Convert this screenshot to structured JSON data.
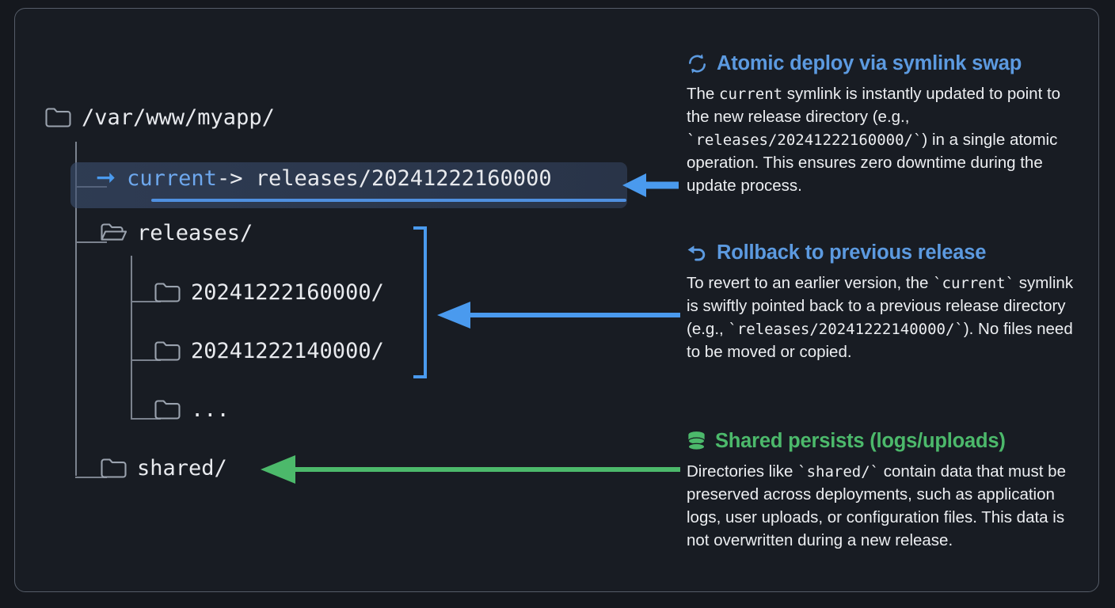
{
  "diagram": {
    "title": "Atomic deploy symlink directory layout",
    "colors": {
      "background": "#181c23",
      "border": "#555c68",
      "text": "#e8eaee",
      "tree_line": "#7b828e",
      "accent_blue": "#5c9ae0",
      "accent_green": "#4cb96b",
      "symlink_blue": "#6ea8ee",
      "highlight_band": "#3c4f70"
    }
  },
  "tree": {
    "root": {
      "icon": "folder-closed-icon",
      "label": "/var/www/myapp/"
    },
    "current": {
      "icon": "arrow-right-icon",
      "link_name": "current",
      "link_target": " -> releases/20241222160000",
      "highlighted": true
    },
    "releases": {
      "icon": "folder-open-icon",
      "label": "releases/"
    },
    "release_items": [
      {
        "icon": "folder-closed-icon",
        "label": "20241222160000/"
      },
      {
        "icon": "folder-closed-icon",
        "label": "20241222140000/"
      },
      {
        "icon": "folder-closed-icon",
        "label": "..."
      }
    ],
    "shared": {
      "icon": "folder-closed-icon",
      "label": "shared/"
    }
  },
  "annotations": [
    {
      "name": "arrow-to-current",
      "color": "#4a9aee",
      "direction": "left"
    },
    {
      "name": "bracket-releases",
      "color": "#4a9aee"
    },
    {
      "name": "arrow-to-releases",
      "color": "#4a9aee",
      "direction": "left"
    },
    {
      "name": "arrow-to-shared",
      "color": "#4cb96b",
      "direction": "left"
    }
  ],
  "panel": {
    "blocks": [
      {
        "icon": "sync-icon",
        "heading": "Atomic deploy via symlink swap",
        "text_parts": [
          {
            "type": "text",
            "value": "The "
          },
          {
            "type": "code",
            "value": "current"
          },
          {
            "type": "text",
            "value": " symlink is instantly updated to point to the new release directory (e.g., "
          },
          {
            "type": "code",
            "value": "`releases/20241222160000/`"
          },
          {
            "type": "text",
            "value": ") in a single atomic operation. This ensures zero downtime during the update process."
          }
        ]
      },
      {
        "icon": "undo-icon",
        "heading": "Rollback to previous release",
        "text_parts": [
          {
            "type": "text",
            "value": "To revert to an earlier version, the "
          },
          {
            "type": "code",
            "value": "`current`"
          },
          {
            "type": "text",
            "value": " symlink is swiftly pointed back to a previous release directory (e.g., "
          },
          {
            "type": "code",
            "value": "`releases/20241222140000/`"
          },
          {
            "type": "text",
            "value": "). No files need to be moved or copied."
          }
        ]
      },
      {
        "icon": "database-icon",
        "heading": "Shared persists (logs/uploads)",
        "text_parts": [
          {
            "type": "text",
            "value": "Directories like "
          },
          {
            "type": "code",
            "value": "`shared/`"
          },
          {
            "type": "text",
            "value": " contain data that must be preserved across deployments, such as application logs, user uploads, or configuration files. This data is not overwritten during a new release."
          }
        ]
      }
    ]
  }
}
